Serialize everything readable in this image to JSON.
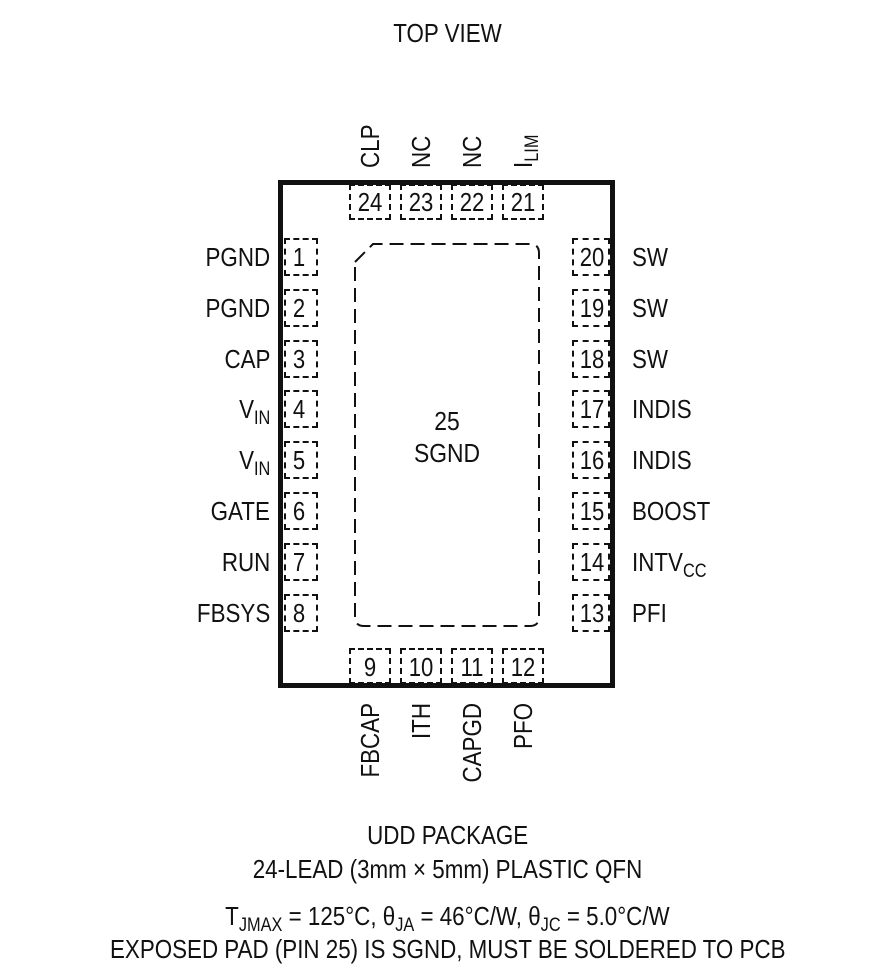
{
  "title": "TOP VIEW",
  "exposed_pad": {
    "number": "25",
    "name": "SGND"
  },
  "pins_left": [
    {
      "num": "1",
      "name": "PGND",
      "sub": ""
    },
    {
      "num": "2",
      "name": "PGND",
      "sub": ""
    },
    {
      "num": "3",
      "name": "CAP",
      "sub": ""
    },
    {
      "num": "4",
      "name": "V",
      "sub": "IN"
    },
    {
      "num": "5",
      "name": "V",
      "sub": "IN"
    },
    {
      "num": "6",
      "name": "GATE",
      "sub": ""
    },
    {
      "num": "7",
      "name": "RUN",
      "sub": ""
    },
    {
      "num": "8",
      "name": "FBSYS",
      "sub": ""
    }
  ],
  "pins_bottom": [
    {
      "num": "9",
      "name": "FBCAP",
      "sub": ""
    },
    {
      "num": "10",
      "name": "ITH",
      "sub": ""
    },
    {
      "num": "11",
      "name": "CAPGD",
      "sub": ""
    },
    {
      "num": "12",
      "name": "PFO",
      "sub": ""
    }
  ],
  "pins_right": [
    {
      "num": "20",
      "name": "SW",
      "sub": ""
    },
    {
      "num": "19",
      "name": "SW",
      "sub": ""
    },
    {
      "num": "18",
      "name": "SW",
      "sub": ""
    },
    {
      "num": "17",
      "name": "INDIS",
      "sub": ""
    },
    {
      "num": "16",
      "name": "INDIS",
      "sub": ""
    },
    {
      "num": "15",
      "name": "BOOST",
      "sub": ""
    },
    {
      "num": "14",
      "name": "INTV",
      "sub": "CC"
    },
    {
      "num": "13",
      "name": "PFI",
      "sub": ""
    }
  ],
  "pins_top": [
    {
      "num": "24",
      "name": "CLP",
      "sub": ""
    },
    {
      "num": "23",
      "name": "NC",
      "sub": ""
    },
    {
      "num": "22",
      "name": "NC",
      "sub": ""
    },
    {
      "num": "21",
      "name": "I",
      "sub": "LIM"
    }
  ],
  "caption": {
    "line1": "UDD PACKAGE",
    "line2": "24-LEAD (3mm × 5mm) PLASTIC QFN",
    "line3": {
      "t_sym": "T",
      "t_sub": "JMAX",
      "t_val": " = 125°C, ",
      "ja_sym": "θ",
      "ja_sub": "JA",
      "ja_val": " = 46°C/W, ",
      "jc_sym": "θ",
      "jc_sub": "JC",
      "jc_val": " = 5.0°C/W"
    },
    "line4": "EXPOSED PAD (PIN 25) IS SGND, MUST BE SOLDERED TO PCB"
  }
}
